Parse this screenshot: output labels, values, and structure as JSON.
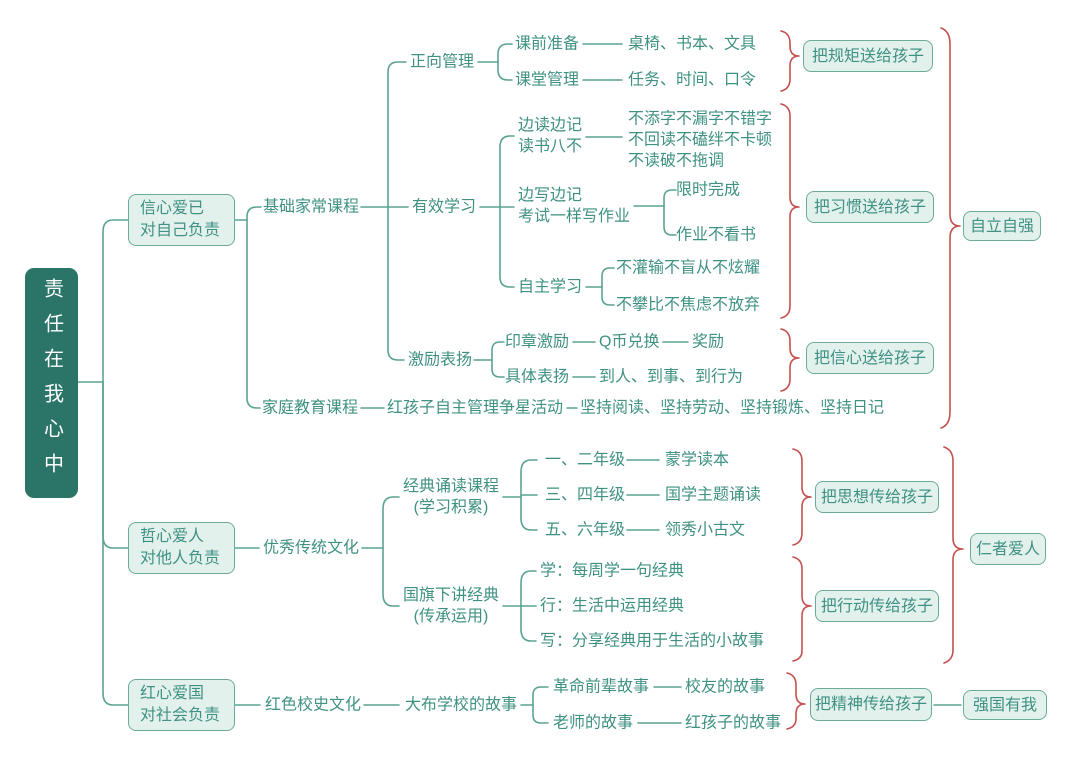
{
  "colors": {
    "root_fill": "#2b7468",
    "text": "#3f9183",
    "box_fill": "#e3f1ed",
    "box_border": "#6cab9c",
    "line": "#5aa392",
    "brace": "#c4504f"
  },
  "root": {
    "label": "责任在我心中"
  },
  "b1": {
    "title": "信心爱已\n对自己负责",
    "jichu": "基础家常课程",
    "zhengxiang": "正向管理",
    "keqian": "课前准备",
    "keqian_v": "桌椅、书本、文具",
    "ketang": "课堂管理",
    "ketang_v": "任务、时间、口令",
    "gift_rules": "把规矩送给孩子",
    "youxiao": "有效学习",
    "biandu": "边读边记\n读书八不",
    "badu": "不添字不漏字不错字\n不回读不磕绊不卡顿\n不读破不拖调",
    "bianxie": "边写边记\n考试一样写作业",
    "xianshi": "限时完成",
    "zuoye": "作业不看书",
    "zizhu": "自主学习",
    "zizhu1": "不灌输不盲从不炫耀",
    "zizhu2": "不攀比不焦虑不放弃",
    "gift_habit": "把习惯送给孩子",
    "jili": "激励表扬",
    "yinzhang": "印章激励",
    "qb": "Q币兑换",
    "jiangli": "奖励",
    "juti": "具体表扬",
    "daoren": "到人、到事、到行为",
    "gift_conf": "把信心送给孩子",
    "jiating": "家庭教育课程",
    "honghaizi": "红孩子自主管理争星活动",
    "jianchi": "坚持阅读、坚持劳动、坚持锻炼、坚持日记",
    "summary": "自立自强"
  },
  "b2": {
    "title": "哲心爱人\n对他人负责",
    "youxiu": "优秀传统文化",
    "jingdian": "经典诵读课程\n(学习积累)",
    "grade12": "一、二年级",
    "mengxue": "蒙学读本",
    "grade34": "三、四年级",
    "guoxue": "国学主题诵读",
    "grade56": "五、六年级",
    "lingxiu": "领秀小古文",
    "gift_thought": "把思想传给孩子",
    "guoqi": "国旗下讲经典\n(传承运用)",
    "xue": "学：每周学一句经典",
    "xing": "行：生活中运用经典",
    "xie": "写：分享经典用于生活的小故事",
    "gift_action": "把行动传给孩子",
    "summary": "仁者爱人"
  },
  "b3": {
    "title": "红心爱国\n对社会负责",
    "hongse": "红色校史文化",
    "dabu": "大布学校的故事",
    "geming": "革命前辈故事",
    "xiaoyou": "校友的故事",
    "laoshi": "老师的故事",
    "honghaizi_story": "红孩子的故事",
    "gift_spirit": "把精神传给孩子",
    "summary": "强国有我"
  }
}
